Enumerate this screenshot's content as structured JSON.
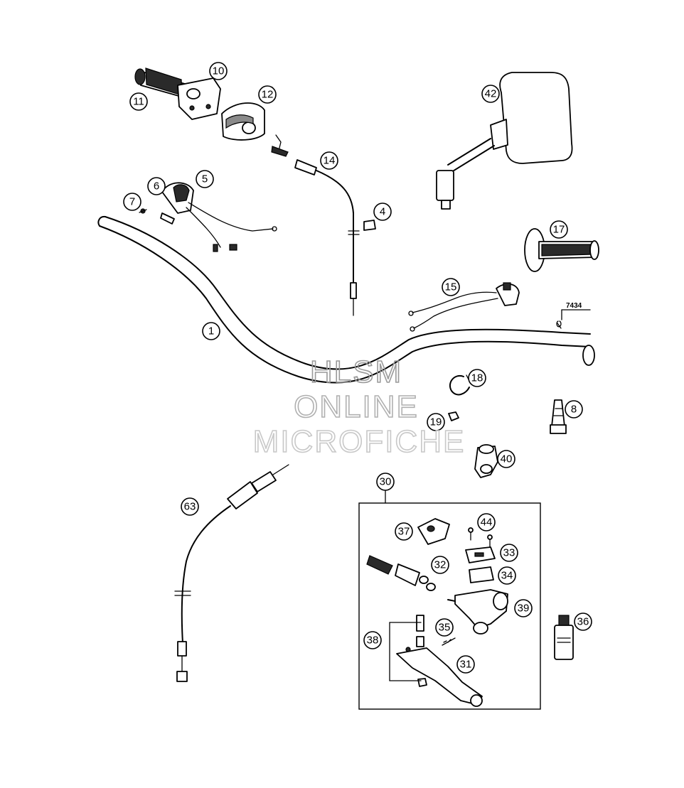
{
  "callouts": [
    {
      "id": "c1",
      "label": "1"
    },
    {
      "id": "c4",
      "label": "4"
    },
    {
      "id": "c5",
      "label": "5"
    },
    {
      "id": "c6",
      "label": "6"
    },
    {
      "id": "c7",
      "label": "7"
    },
    {
      "id": "c8",
      "label": "8"
    },
    {
      "id": "c10",
      "label": "10"
    },
    {
      "id": "c11",
      "label": "11"
    },
    {
      "id": "c12",
      "label": "12"
    },
    {
      "id": "c14",
      "label": "14"
    },
    {
      "id": "c15",
      "label": "15"
    },
    {
      "id": "c17",
      "label": "17"
    },
    {
      "id": "c18",
      "label": "18"
    },
    {
      "id": "c19",
      "label": "19"
    },
    {
      "id": "c30",
      "label": "30"
    },
    {
      "id": "c31",
      "label": "31"
    },
    {
      "id": "c32",
      "label": "32"
    },
    {
      "id": "c33",
      "label": "33"
    },
    {
      "id": "c34",
      "label": "34"
    },
    {
      "id": "c35",
      "label": "35"
    },
    {
      "id": "c36",
      "label": "36"
    },
    {
      "id": "c37",
      "label": "37"
    },
    {
      "id": "c38",
      "label": "38"
    },
    {
      "id": "c39",
      "label": "39"
    },
    {
      "id": "c40",
      "label": "40"
    },
    {
      "id": "c42",
      "label": "42"
    },
    {
      "id": "c44",
      "label": "44"
    },
    {
      "id": "c63",
      "label": "63"
    }
  ],
  "reference_label": "7434",
  "watermark": {
    "line1": "HLSM",
    "line2": "ONLINE",
    "line3": "MICROFICHE"
  }
}
